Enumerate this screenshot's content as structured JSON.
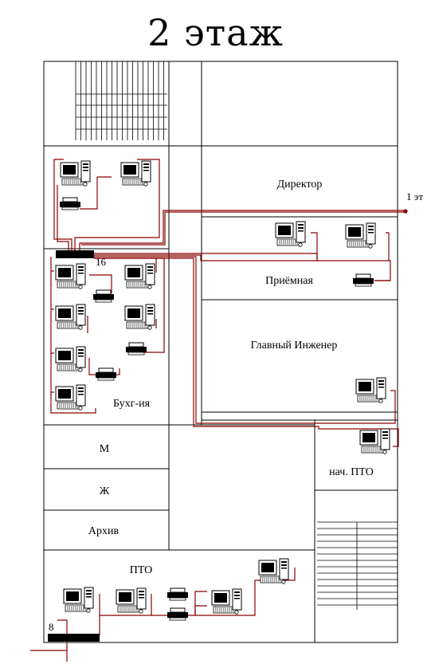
{
  "floor_title": "2 этаж",
  "rooms": {
    "director": "Директор",
    "reception": "Приёмная",
    "chief_engineer": "Главный Инженер",
    "accounting": "Бухг-ия",
    "m": "М",
    "zh": "Ж",
    "archive": "Архив",
    "head_pto": "нач. ПТО",
    "pto": "ПТО"
  },
  "labels": {
    "link_first_floor": "1 эт",
    "switch_ports_main": "16",
    "switch_ports_pto": "8"
  },
  "colors": {
    "cable": "#8b0000",
    "switch": "#000000",
    "walls": "#000000",
    "background": "#ffffff"
  }
}
